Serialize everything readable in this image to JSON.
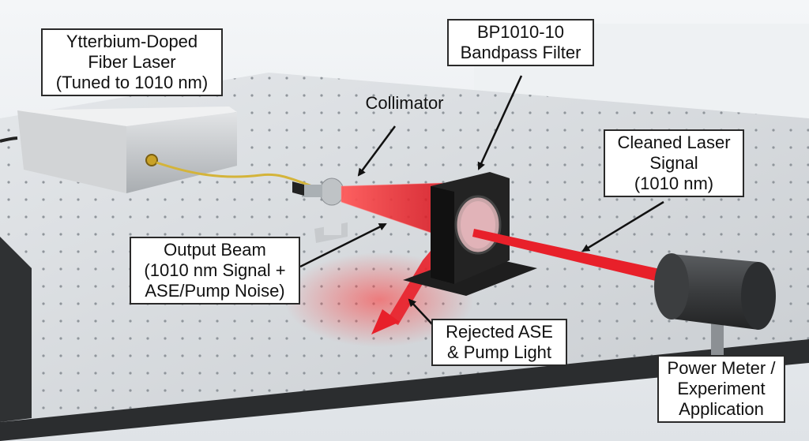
{
  "labels": {
    "laser": [
      "Ytterbium-Doped",
      "Fiber Laser",
      "(Tuned to 1010 nm)"
    ],
    "filter": [
      "BP1010-10",
      "Bandpass Filter"
    ],
    "collimator": "Collimator",
    "cleaned": [
      "Cleaned Laser",
      "Signal",
      "(1010 nm)"
    ],
    "output": [
      "Output Beam",
      "(1010 nm Signal +",
      "ASE/Pump Noise)"
    ],
    "rejected": [
      "Rejected ASE",
      "& Pump Light"
    ],
    "power": [
      "Power Meter /",
      "Experiment",
      "Application"
    ]
  },
  "colors": {
    "beam": "#e8202a",
    "table": "#d6d9dc",
    "mount": "#1e1e1e",
    "fiber": "#d4b43a"
  }
}
